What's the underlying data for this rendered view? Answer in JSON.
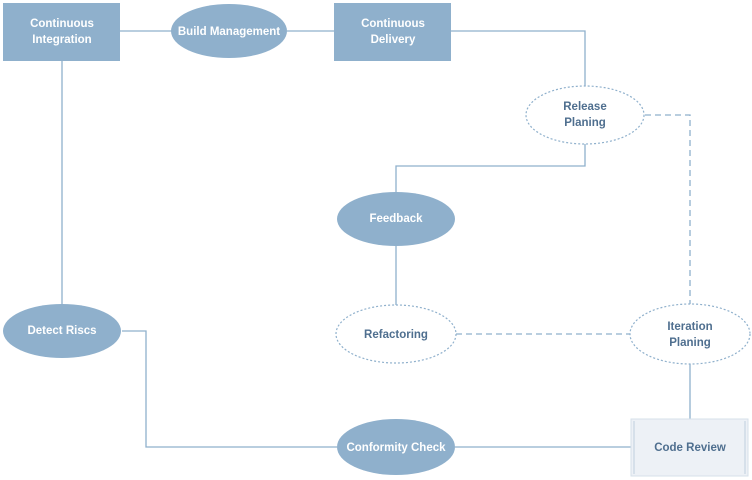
{
  "diagram": {
    "nodes": {
      "continuous_integration": {
        "line1": "Continuous",
        "line2": "Integration"
      },
      "build_management": {
        "label": "Build Management"
      },
      "continuous_delivery": {
        "line1": "Continuous",
        "line2": "Delivery"
      },
      "release_planing": {
        "line1": "Release",
        "line2": "Planing"
      },
      "feedback": {
        "label": "Feedback"
      },
      "refactoring": {
        "label": "Refactoring"
      },
      "iteration_planing": {
        "line1": "Iteration",
        "line2": "Planing"
      },
      "detect_riscs": {
        "label": "Detect Riscs"
      },
      "conformity_check": {
        "label": "Conformity Check"
      },
      "code_review": {
        "label": "Code Review"
      }
    },
    "colors": {
      "filled_node": "#8fb0cc",
      "outline": "#8fb0cc",
      "code_review_fill": "#edf1f6",
      "light_text": "#ffffff",
      "dark_text": "#4f6f8f"
    }
  }
}
